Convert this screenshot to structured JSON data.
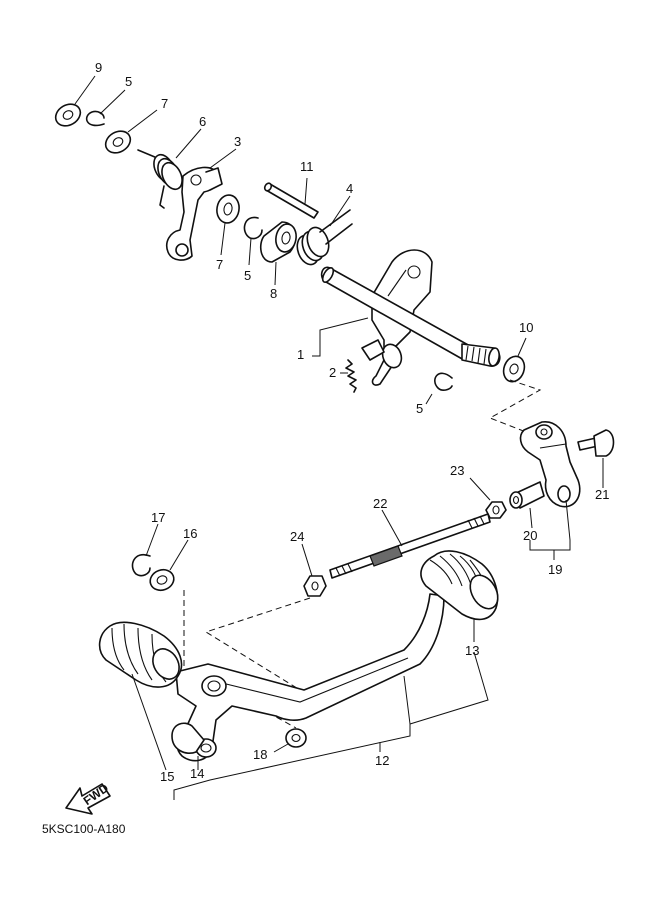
{
  "diagram_code": "5KSC100-A180",
  "fwd_label": "FWD",
  "callouts": {
    "c1": "1",
    "c2": "2",
    "c3": "3",
    "c4": "4",
    "c5a": "5",
    "c5b": "5",
    "c5c": "5",
    "c6": "6",
    "c7a": "7",
    "c7b": "7",
    "c8": "8",
    "c9": "9",
    "c10": "10",
    "c11": "11",
    "c12": "12",
    "c13": "13",
    "c14": "14",
    "c15": "15",
    "c16": "16",
    "c17": "17",
    "c18": "18",
    "c19": "19",
    "c20": "20",
    "c21": "21",
    "c22": "22",
    "c23": "23",
    "c24": "24"
  }
}
